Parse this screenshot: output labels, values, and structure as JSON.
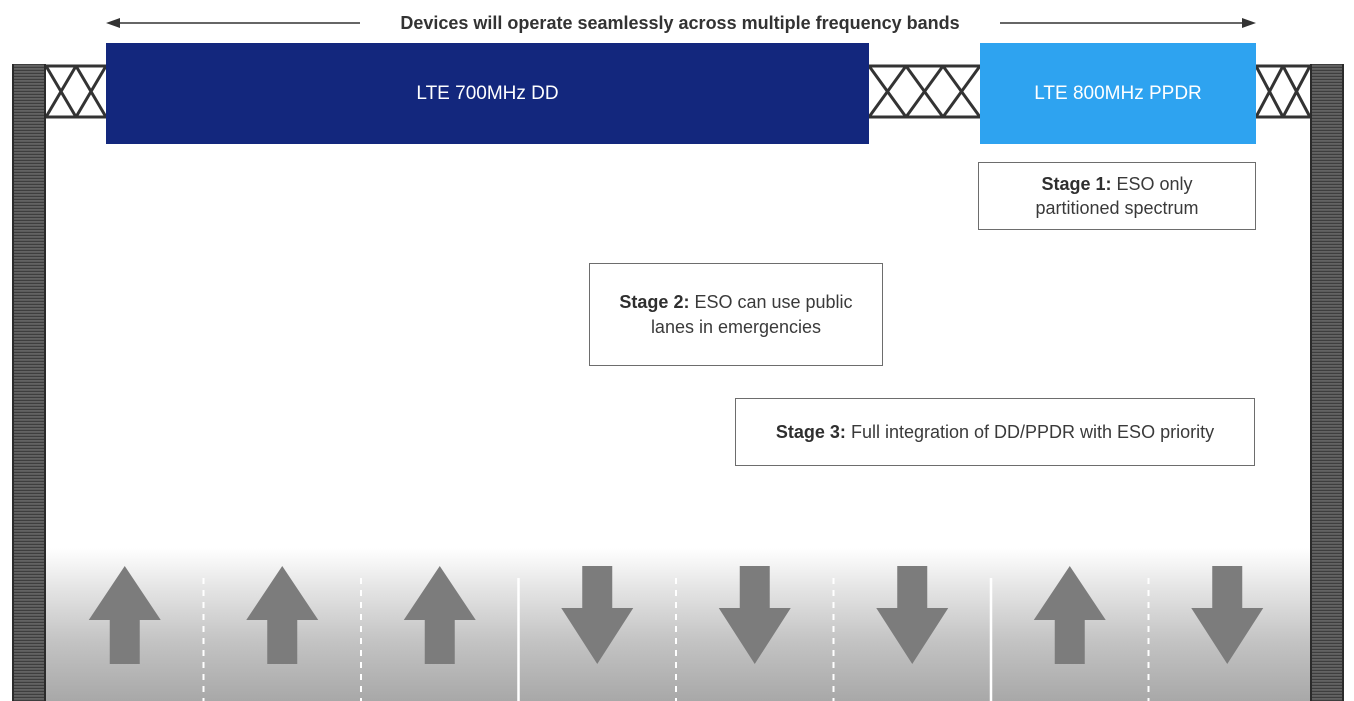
{
  "banner": {
    "caption": "Devices will operate seamlessly across multiple frequency bands"
  },
  "bands": [
    {
      "label": "LTE 700MHz DD",
      "color": "#13277d"
    },
    {
      "label": "LTE 800MHz PPDR",
      "color": "#2ea3f0"
    }
  ],
  "stages": [
    {
      "title": "Stage 1:",
      "line1_rest": "ESO only",
      "line2": "partitioned spectrum"
    },
    {
      "title": "Stage 2:",
      "line1_rest": "ESO can use public",
      "line2": "lanes in emergencies"
    },
    {
      "title": "Stage 3:",
      "text": "Full integration of DD/PPDR with ESO priority"
    }
  ],
  "lanes": [
    {
      "direction": "up"
    },
    {
      "direction": "up"
    },
    {
      "direction": "up"
    },
    {
      "direction": "down"
    },
    {
      "direction": "down"
    },
    {
      "direction": "down"
    },
    {
      "direction": "up"
    },
    {
      "direction": "down"
    }
  ],
  "colors": {
    "arrow": "#7c7c7c",
    "truss": "#333333",
    "post": "#4c4c4c"
  }
}
